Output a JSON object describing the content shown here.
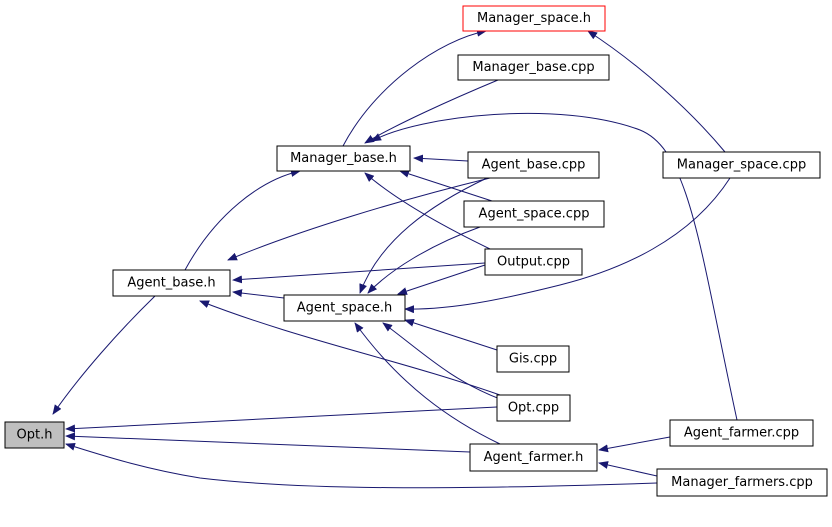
{
  "diagram": {
    "colors": {
      "edge": "#191970",
      "box": "#000000",
      "highlight_box": "#ff0000",
      "current_fill": "#bfbfbf",
      "background": "#ffffff"
    },
    "nodes": [
      {
        "id": "manager_space_h",
        "label": "Manager_space.h",
        "style": "highlight"
      },
      {
        "id": "manager_base_cpp",
        "label": "Manager_base.cpp",
        "style": "normal"
      },
      {
        "id": "manager_base_h",
        "label": "Manager_base.h",
        "style": "normal"
      },
      {
        "id": "agent_base_cpp",
        "label": "Agent_base.cpp",
        "style": "normal"
      },
      {
        "id": "manager_space_cpp",
        "label": "Manager_space.cpp",
        "style": "normal"
      },
      {
        "id": "agent_space_cpp",
        "label": "Agent_space.cpp",
        "style": "normal"
      },
      {
        "id": "output_cpp",
        "label": "Output.cpp",
        "style": "normal"
      },
      {
        "id": "agent_base_h",
        "label": "Agent_base.h",
        "style": "normal"
      },
      {
        "id": "agent_space_h",
        "label": "Agent_space.h",
        "style": "normal"
      },
      {
        "id": "gis_cpp",
        "label": "Gis.cpp",
        "style": "normal"
      },
      {
        "id": "opt_cpp",
        "label": "Opt.cpp",
        "style": "normal"
      },
      {
        "id": "opt_h",
        "label": "Opt.h",
        "style": "current"
      },
      {
        "id": "agent_farmer_h",
        "label": "Agent_farmer.h",
        "style": "normal"
      },
      {
        "id": "agent_farmer_cpp",
        "label": "Agent_farmer.cpp",
        "style": "normal"
      },
      {
        "id": "manager_farmers_cpp",
        "label": "Manager_farmers.cpp",
        "style": "normal"
      }
    ],
    "edges": [
      {
        "from": "manager_base_h",
        "to": "manager_space_h"
      },
      {
        "from": "manager_space_cpp",
        "to": "manager_space_h"
      },
      {
        "from": "manager_base_cpp",
        "to": "manager_base_h"
      },
      {
        "from": "agent_base_cpp",
        "to": "manager_base_h"
      },
      {
        "from": "agent_space_cpp",
        "to": "manager_base_h"
      },
      {
        "from": "output_cpp",
        "to": "manager_base_h"
      },
      {
        "from": "agent_farmer_cpp",
        "to": "manager_base_h"
      },
      {
        "from": "agent_base_h",
        "to": "manager_base_h"
      },
      {
        "from": "agent_base_cpp",
        "to": "agent_base_h"
      },
      {
        "from": "output_cpp",
        "to": "agent_base_h"
      },
      {
        "from": "agent_space_h",
        "to": "agent_base_h"
      },
      {
        "from": "opt_cpp",
        "to": "agent_base_h"
      },
      {
        "from": "agent_base_cpp",
        "to": "agent_space_h"
      },
      {
        "from": "agent_space_cpp",
        "to": "agent_space_h"
      },
      {
        "from": "output_cpp",
        "to": "agent_space_h"
      },
      {
        "from": "manager_space_cpp",
        "to": "agent_space_h"
      },
      {
        "from": "gis_cpp",
        "to": "agent_space_h"
      },
      {
        "from": "opt_cpp",
        "to": "agent_space_h"
      },
      {
        "from": "agent_farmer_h",
        "to": "agent_space_h"
      },
      {
        "from": "agent_base_h",
        "to": "opt_h"
      },
      {
        "from": "opt_cpp",
        "to": "opt_h"
      },
      {
        "from": "agent_farmer_h",
        "to": "opt_h"
      },
      {
        "from": "manager_farmers_cpp",
        "to": "opt_h"
      },
      {
        "from": "agent_farmer_cpp",
        "to": "agent_farmer_h"
      },
      {
        "from": "manager_farmers_cpp",
        "to": "agent_farmer_h"
      }
    ]
  }
}
